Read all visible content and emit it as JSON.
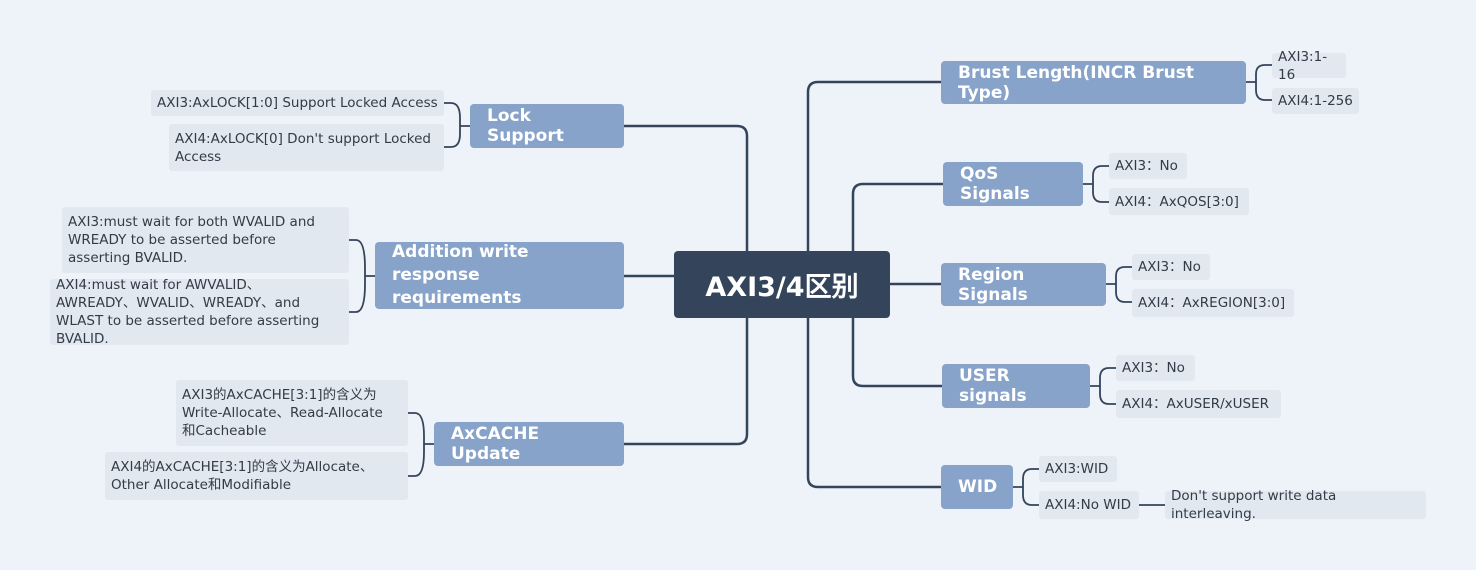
{
  "root": "AXI3/4区别",
  "branches": {
    "brust": {
      "label": "Brust Length(INCR Brust Type)",
      "leaves": [
        "AXI3:1-16",
        "AXI4:1-256"
      ]
    },
    "qos": {
      "label": "QoS Signals",
      "leaves": [
        "AXI3：No",
        "AXI4：AxQOS[3:0]"
      ]
    },
    "region": {
      "label": "Region Signals",
      "leaves": [
        "AXI3：No",
        "AXI4：AxREGION[3:0]"
      ]
    },
    "user": {
      "label": "USER signals",
      "leaves": [
        "AXI3：No",
        "AXI4：AxUSER/xUSER"
      ]
    },
    "wid": {
      "label": "WID",
      "leaves": [
        "AXI3:WID",
        "AXI4:No WID"
      ],
      "sub_leaf": "Don't support write data interleaving."
    },
    "lock": {
      "label": "Lock Support",
      "leaves": [
        "AXI3:AxLOCK[1:0] Support Locked Access",
        "AXI4:AxLOCK[0] Don't support Locked Access"
      ]
    },
    "write_resp": {
      "label": "Addition write response requirements",
      "leaves": [
        "AXI3:must wait for both WVALID and WREADY to be asserted before asserting BVALID.",
        "AXI4:must wait for AWVALID、AWREADY、WVALID、WREADY、and WLAST to be asserted before asserting BVALID."
      ]
    },
    "cache": {
      "label": "AxCACHE Update",
      "leaves": [
        "AXI3的AxCACHE[3:1]的含义为Write-Allocate、Read-Allocate和Cacheable",
        "AXI4的AxCACHE[3:1]的含义为Allocate、Other Allocate和Modifiable"
      ]
    }
  }
}
